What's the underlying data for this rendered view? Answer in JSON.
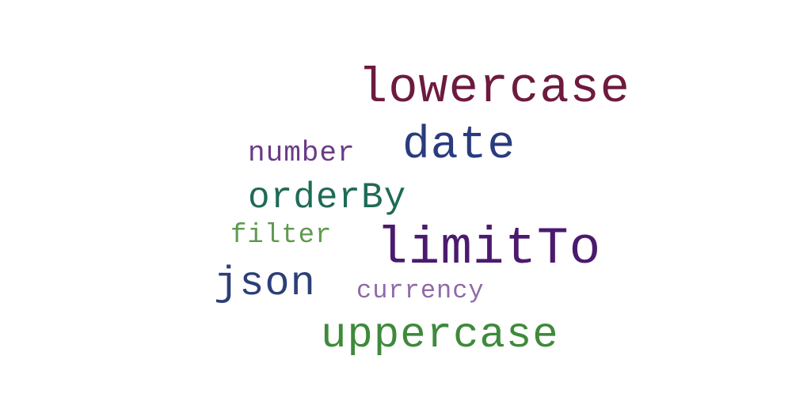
{
  "words": [
    {
      "id": "lowercase",
      "text": "lowercase",
      "color": "#6e1a3f"
    },
    {
      "id": "date",
      "text": "date",
      "color": "#2a3b7e"
    },
    {
      "id": "number",
      "text": "number",
      "color": "#6a3b88"
    },
    {
      "id": "orderby",
      "text": "orderBy",
      "color": "#1e6b57"
    },
    {
      "id": "filter",
      "text": "filter",
      "color": "#5e9a4e"
    },
    {
      "id": "limitto",
      "text": "limitTo",
      "color": "#4b1a6e"
    },
    {
      "id": "json",
      "text": "json",
      "color": "#2c3f78"
    },
    {
      "id": "currency",
      "text": "currency",
      "color": "#8f6aa8"
    },
    {
      "id": "uppercase",
      "text": "uppercase",
      "color": "#3e8a3b"
    }
  ]
}
